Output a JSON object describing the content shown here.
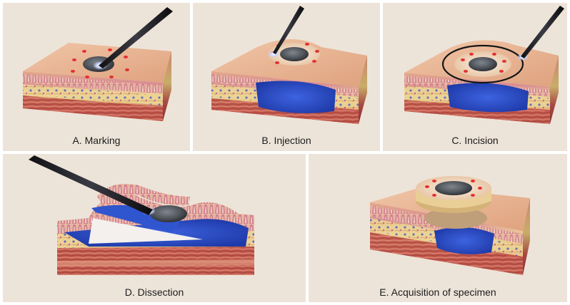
{
  "panels": {
    "a": {
      "caption": "A. Marking"
    },
    "b": {
      "caption": "B. Injection"
    },
    "c": {
      "caption": "C. Incision"
    },
    "d": {
      "caption": "D. Dissection"
    },
    "e": {
      "caption": "E. Acquisition of specimen"
    }
  },
  "colors": {
    "background": "#ede4d9",
    "mucosa": "#e8b896",
    "submucosa": "#e9cf8a",
    "muscle_layer": "#c0504a",
    "injection_fluid": "#2f55cf",
    "lesion": "#4b4f55",
    "marking_dots": "#e53030",
    "instrument": "#1d1d21"
  }
}
